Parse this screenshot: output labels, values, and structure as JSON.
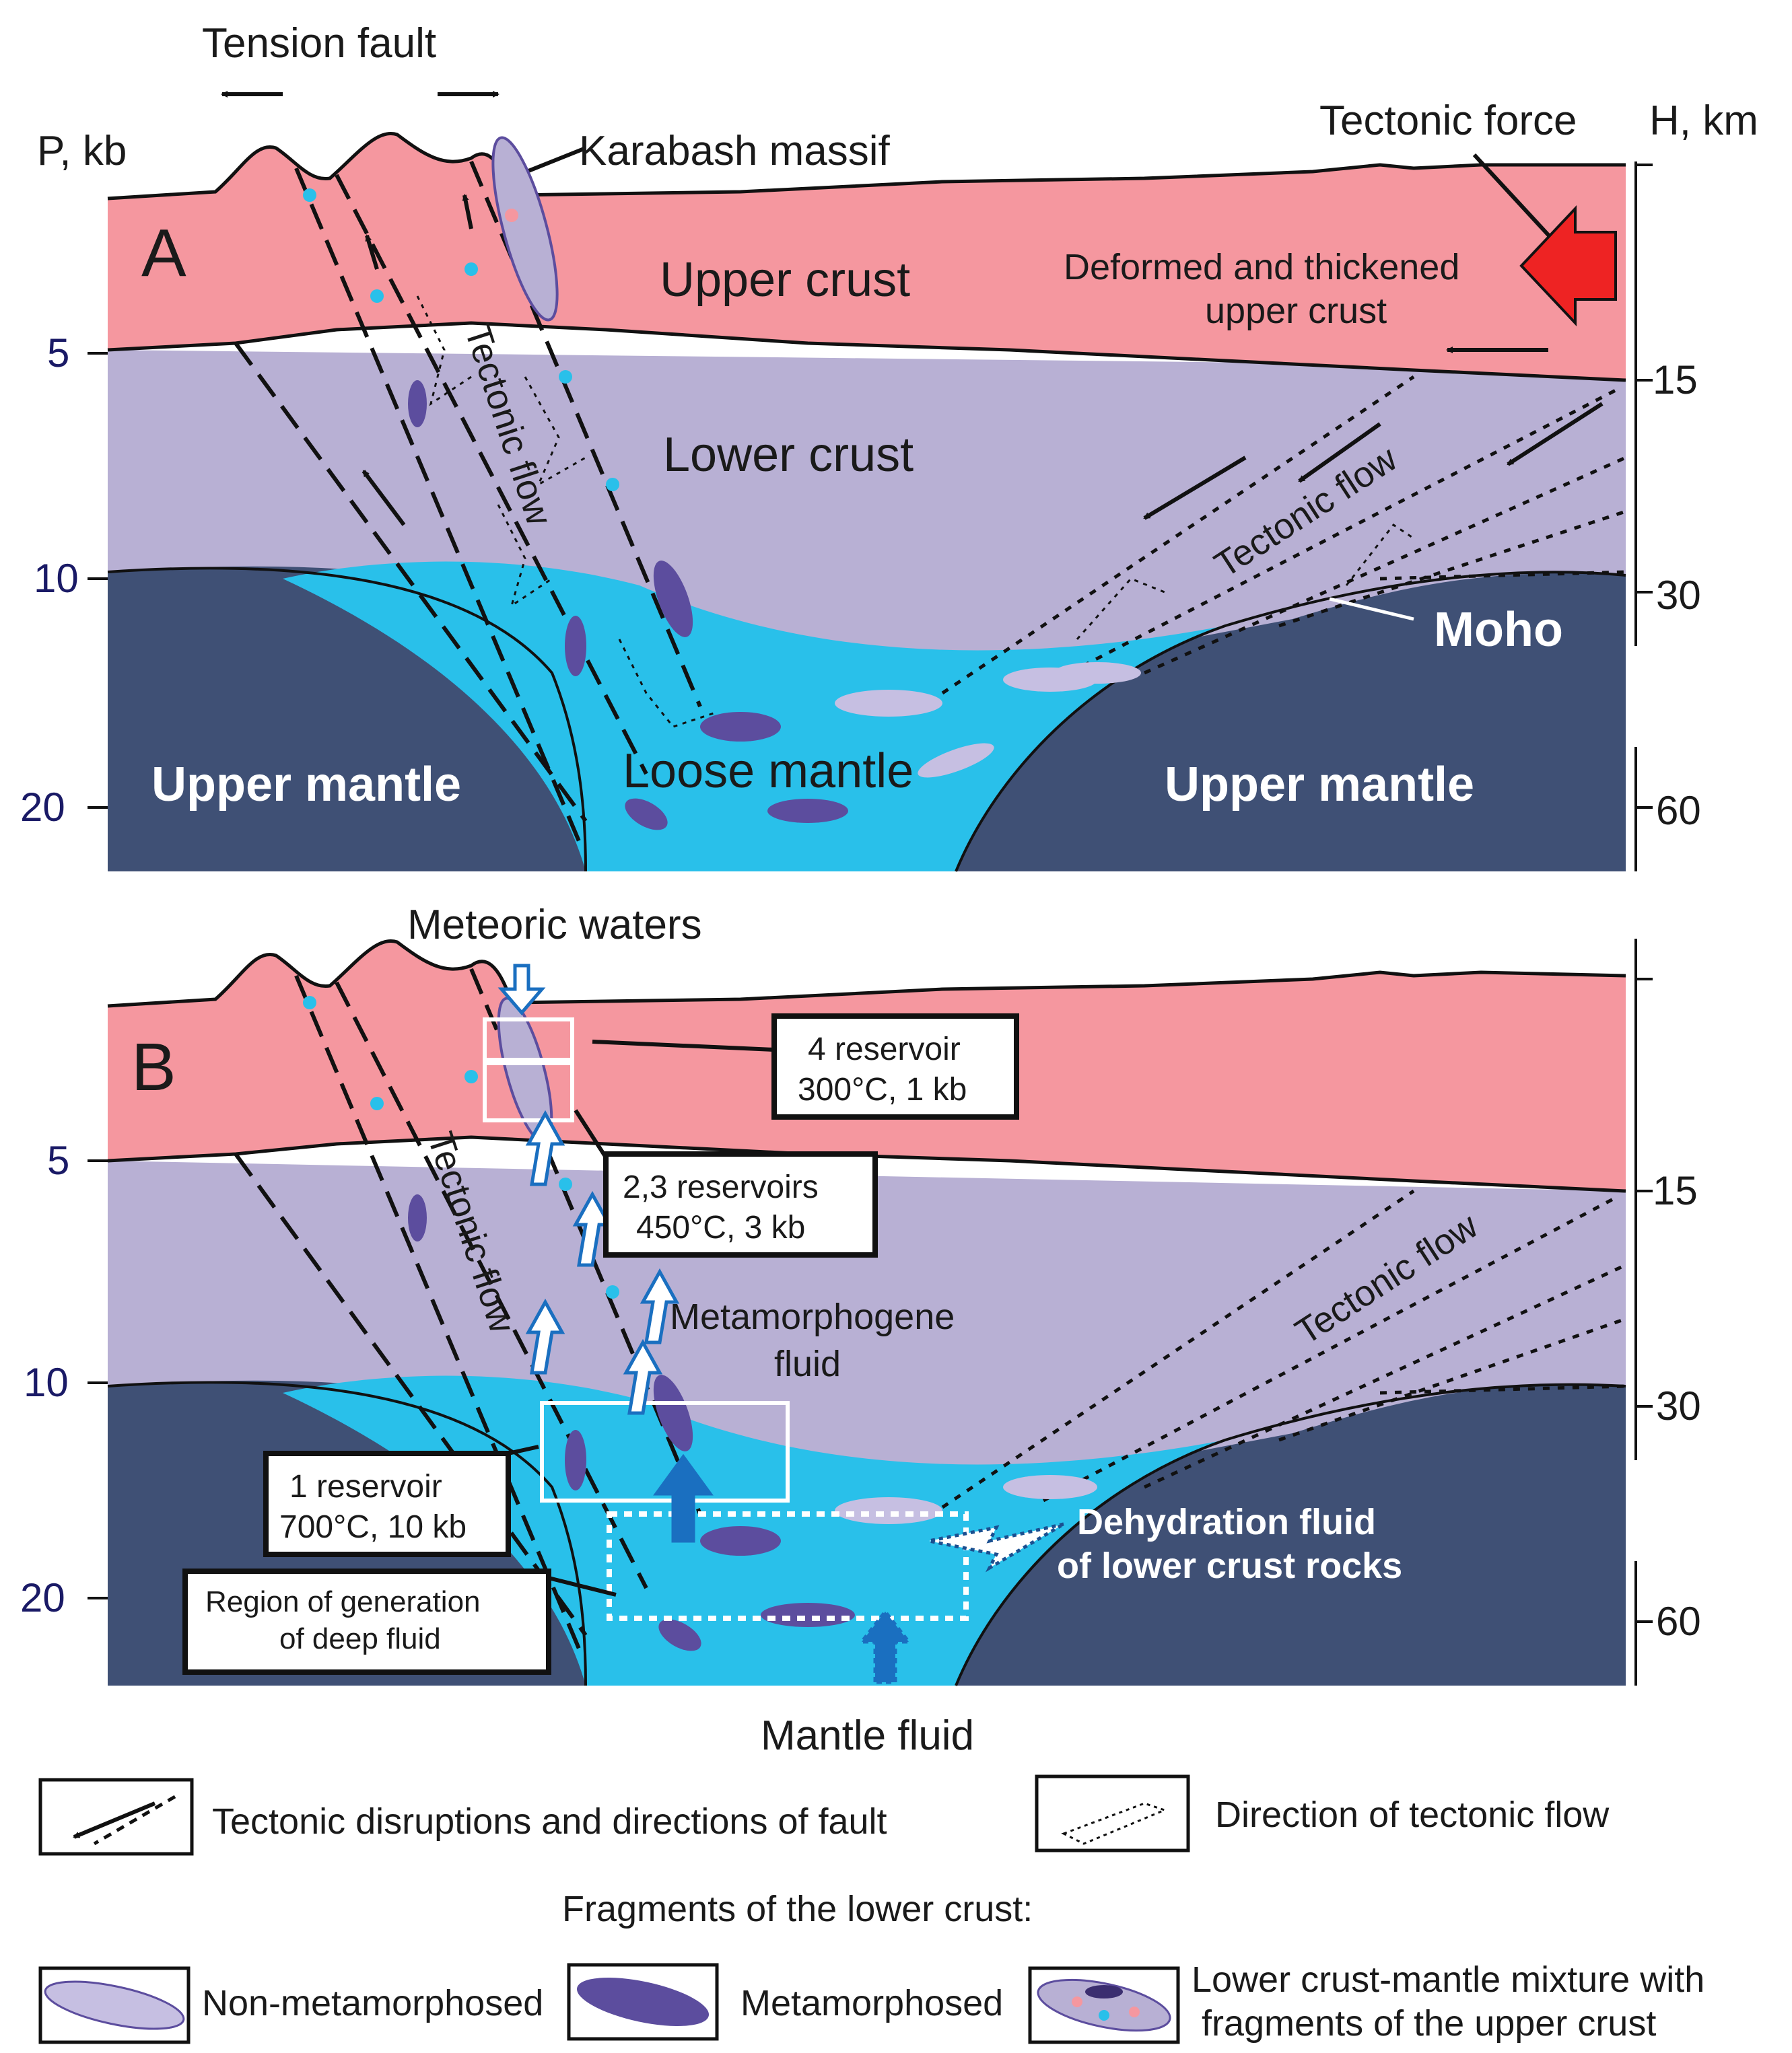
{
  "colors": {
    "upper_crust": "#f5979f",
    "lower_crust": "#b8b0d4",
    "loose_mantle": "#29c0ea",
    "upper_mantle": "#3f5075",
    "metamorphosed": "#5c4d9e",
    "non_metamorphosed": "#c6bfe2",
    "force_arrow": "#ee2323",
    "fluid_arrow": "#1a6fc0"
  },
  "axes": {
    "pressure_title": "P, kb",
    "depth_title": "H, km",
    "pressure_ticks": [
      "5",
      "10",
      "20"
    ],
    "depth_ticks": [
      "15",
      "30",
      "60"
    ]
  },
  "panel_a": {
    "letter": "A",
    "tension_fault": "Tension fault",
    "karabash": "Karabash massif",
    "tectonic_force": "Tectonic force",
    "upper_crust": "Upper crust",
    "deformed_line1": "Deformed and thickened",
    "deformed_line2": "upper crust",
    "lower_crust": "Lower crust",
    "tectonic_flow_left": "Tectonic flow",
    "tectonic_flow_right": "Tectonic flow",
    "moho": "Moho",
    "upper_mantle_left": "Upper mantle",
    "loose_mantle": "Loose mantle",
    "upper_mantle_right": "Upper mantle"
  },
  "panel_b": {
    "letter": "B",
    "meteoric": "Meteoric waters",
    "res4_line1": "4 reservoir",
    "res4_line2": "300°C, 1 kb",
    "res23_line1": "2,3 reservoirs",
    "res23_line2": "450°C, 3 kb",
    "tectonic_flow_left": "Tectonic flow",
    "tectonic_flow_right": "Tectonic flow",
    "metamorphogene_line1": "Metamorphogene",
    "metamorphogene_line2": "fluid",
    "res1_line1": "1 reservoir",
    "res1_line2": "700°C, 10 kb",
    "region_line1": "Region of generation",
    "region_line2": "of deep fluid",
    "dehydration_line1": "Dehydration fluid",
    "dehydration_line2": "of lower crust rocks",
    "mantle_fluid": "Mantle fluid"
  },
  "legend": {
    "faults": "Tectonic disruptions and directions of fault",
    "flow": "Direction of tectonic flow",
    "fragments_title": "Fragments of the lower crust:",
    "non_meta": "Non-metamorphosed",
    "meta": "Metamorphosed",
    "mixture_line1": "Lower crust-mantle mixture with",
    "mixture_line2": "fragments of the upper crust"
  }
}
